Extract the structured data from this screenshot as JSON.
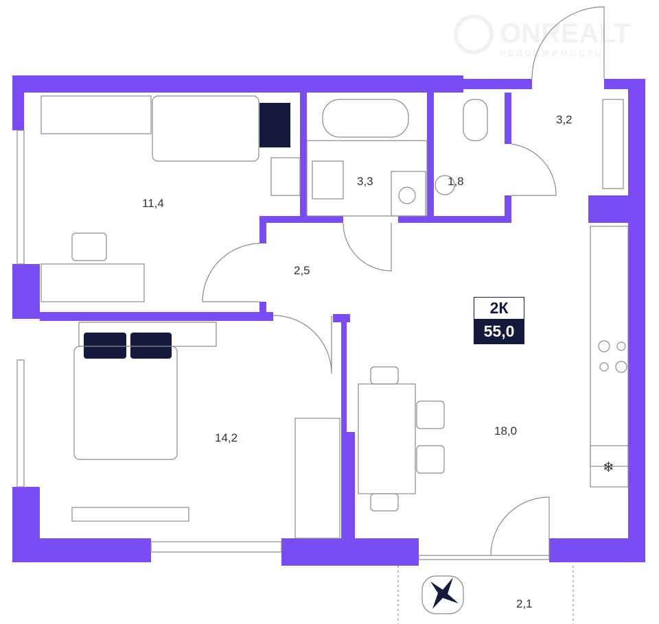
{
  "watermark": {
    "brand": "ONREALT",
    "subtitle": "НЕДВИЖИМОСТЬ"
  },
  "badge": {
    "rooms": "2К",
    "area": "55,0"
  },
  "rooms": [
    {
      "id": "bedroom-1",
      "area": "11,4"
    },
    {
      "id": "bathroom",
      "area": "3,3"
    },
    {
      "id": "toilet",
      "area": "1,8"
    },
    {
      "id": "entry-hall",
      "area": "3,2"
    },
    {
      "id": "corridor",
      "area": "2,5"
    },
    {
      "id": "bedroom-2",
      "area": "14,2"
    },
    {
      "id": "kitchen-living",
      "area": "18,0"
    },
    {
      "id": "balcony",
      "area": "2,1"
    }
  ],
  "colors": {
    "wall": "#7a4cf6",
    "accent": "#141a3c"
  }
}
